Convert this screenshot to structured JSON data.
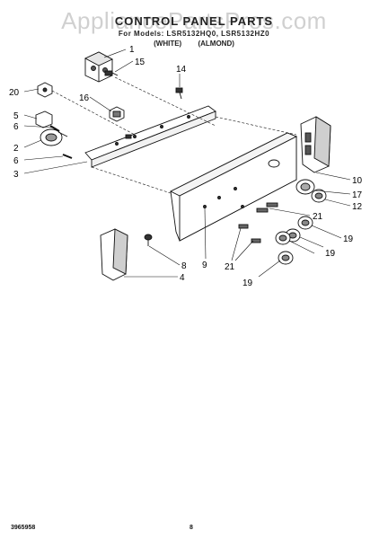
{
  "header": {
    "watermark": "AppliancePartsPros.com",
    "title": "CONTROL PANEL PARTS",
    "models": "For Models: LSR5132HQ0, LSR5132HZ0",
    "variant_white": "(WHITE)",
    "variant_almond": "(ALMOND)"
  },
  "callouts": {
    "c1": "1",
    "c15": "15",
    "c14": "14",
    "c20": "20",
    "c16": "16",
    "c5": "5",
    "c6a": "6",
    "c2": "2",
    "c6b": "6",
    "c3": "3",
    "c10": "10",
    "c17": "17",
    "c12": "12",
    "c21a": "21",
    "c19a": "19",
    "c19b": "19",
    "c8": "8",
    "c9": "9",
    "c21b": "21",
    "c4": "4",
    "c19c": "19"
  },
  "footer": {
    "code": "3965958",
    "page": "8"
  },
  "colors": {
    "line": "#111111",
    "part_fill": "#ffffff",
    "shade": "#cccccc",
    "watermark": "#969696"
  }
}
